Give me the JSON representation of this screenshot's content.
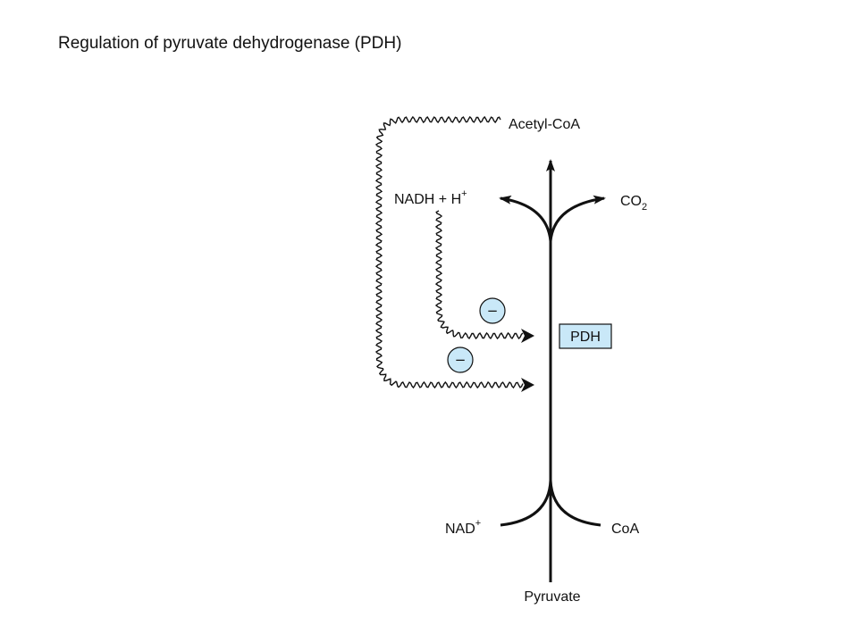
{
  "title": "Regulation of pyruvate dehydrogenase (PDH)",
  "enzyme": "PDH",
  "substrate": "Pyruvate",
  "product": "Acetyl-CoA",
  "cofactor_in": {
    "base": "NAD",
    "sup": "+"
  },
  "cofactor_out": "CoA",
  "byproduct": {
    "base": "CO",
    "sub": "2"
  },
  "reduced_product": {
    "base": "NADH + H",
    "sup": "+"
  },
  "inhibition_symbol": "−",
  "colors": {
    "inhibitor_fill": "#c9e8f8",
    "enzyme_box_fill": "#c9e8f8",
    "line": "#111111"
  }
}
